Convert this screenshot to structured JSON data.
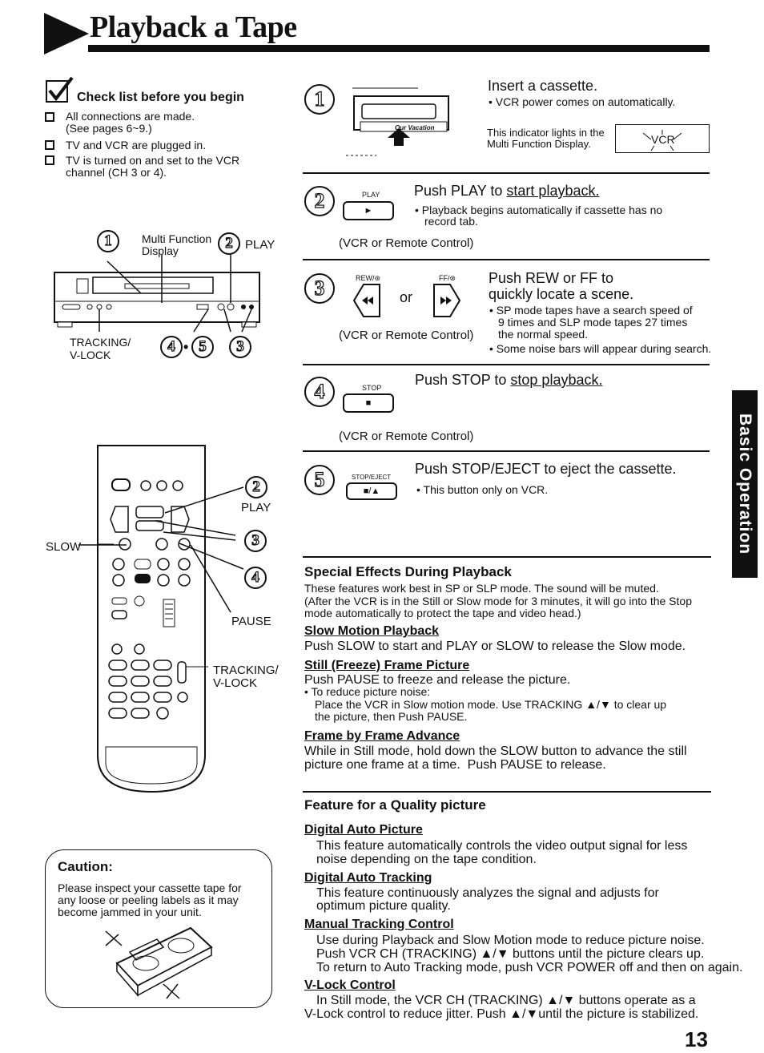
{
  "header": {
    "title": "Playback a Tape"
  },
  "checklist": {
    "heading": "Check list before you begin",
    "items": [
      [
        "All connections are made.",
        "(See pages 6~9.)"
      ],
      [
        "TV and VCR are plugged in."
      ],
      [
        "TV is turned on and set to the VCR",
        "channel (CH 3 or 4)."
      ]
    ]
  },
  "vcr_diagram": {
    "step_num_1": "1",
    "step_num_2": "2",
    "mfd_label": [
      "Multi Function",
      "Display"
    ],
    "play_label": "PLAY",
    "tracking_label": [
      "TRACKING/",
      "V-LOCK"
    ],
    "ref_4": "4",
    "ref_dot": "•",
    "ref_5": "5",
    "ref_3": "3"
  },
  "steps": [
    {
      "num": "1",
      "title": "Insert a cassette.",
      "bullets": [
        "VCR power comes on automatically."
      ],
      "indicator_note": [
        "This indicator lights in the",
        "Multi Function Display."
      ],
      "indicator": "VCR",
      "tape_label": "Our Vacation"
    },
    {
      "num": "2",
      "button_label": "PLAY",
      "button_glyph": "►",
      "title_plain": "Push PLAY to ",
      "title_link": "start playback.",
      "bullets": [
        [
          "Playback begins automatically if cassette has no",
          "record tab."
        ]
      ],
      "source": "(VCR or Remote Control)"
    },
    {
      "num": "3",
      "rew_label": "REW/⊛",
      "ff_label": "FF/⊛",
      "rew_glyph": "◄◄",
      "ff_glyph": "►►",
      "or": "or",
      "title": [
        "Push REW or FF to",
        "quickly locate a scene."
      ],
      "bullets": [
        [
          "SP mode tapes have a search speed of",
          "9 times and SLP mode tapes 27 times",
          "the normal speed."
        ],
        [
          "Some noise bars will appear during search."
        ]
      ],
      "source": "(VCR or Remote Control)"
    },
    {
      "num": "4",
      "button_label": "STOP",
      "button_glyph": "■",
      "title_plain": "Push STOP to ",
      "title_link": "stop playback.",
      "source": "(VCR or Remote Control)"
    },
    {
      "num": "5",
      "button_label": "STOP/EJECT",
      "button_glyph": "■/▲",
      "title": "Push STOP/EJECT to eject the cassette.",
      "bullets": [
        "This button only on VCR."
      ]
    }
  ],
  "remote_diagram": {
    "play_label": "PLAY",
    "slow_label": "SLOW",
    "pause_label": "PAUSE",
    "tracking_label": [
      "TRACKING/",
      "V-LOCK"
    ],
    "ref_2": "2",
    "ref_3": "3",
    "ref_4": "4"
  },
  "caution": {
    "heading": "Caution:",
    "text": [
      "Please inspect your cassette tape for",
      "any loose or peeling labels as it may",
      "become jammed in your unit."
    ]
  },
  "special_effects": {
    "heading": "Special Effects During Playback",
    "intro": [
      "These features work best in SP or SLP mode. The sound will be muted.",
      "(After the VCR is in the Still or Slow mode for 3 minutes, it will go into the Stop",
      "mode automatically to protect the tape and video head.)"
    ],
    "slow_title": "Slow Motion Playback",
    "slow_text": "Push SLOW to start and PLAY or SLOW to release the Slow mode.",
    "still_title": "Still (Freeze) Frame Picture",
    "still_text": "Push PAUSE to freeze and release the picture.",
    "still_bullet": "To reduce picture noise:",
    "still_sub": [
      "Place the VCR in Slow motion mode. Use TRACKING ▲/▼ to clear up",
      "the picture, then Push PAUSE."
    ],
    "frame_title": "Frame by Frame Advance",
    "frame_text": [
      "While in Still mode, hold down the SLOW button to advance the still",
      "picture one frame at a time.  Push PAUSE to release."
    ]
  },
  "quality": {
    "heading": "Feature for a Quality picture",
    "dap_title": "Digital Auto Picture",
    "dap_text": [
      "This feature automatically controls the video output signal for less",
      "noise depending on the tape condition."
    ],
    "dat_title": "Digital Auto Tracking",
    "dat_text": [
      "This feature continuously analyzes the signal and adjusts for",
      "optimum picture quality."
    ],
    "mtc_title": "Manual Tracking Control",
    "mtc_text": [
      "Use during Playback and Slow Motion mode to reduce picture noise.",
      "Push VCR CH (TRACKING) ▲/▼ buttons until the picture clears up.",
      "To return to Auto Tracking mode, push VCR POWER off and then on again."
    ],
    "vlock_title": "V-Lock Control",
    "vlock_text": [
      "In Still mode, the VCR CH (TRACKING) ▲/▼ buttons operate as a",
      "V-Lock control to reduce jitter. Push ▲/▼until the picture is stabilized."
    ]
  },
  "sidebar": {
    "label": "Basic Operation"
  },
  "page_number": "13"
}
